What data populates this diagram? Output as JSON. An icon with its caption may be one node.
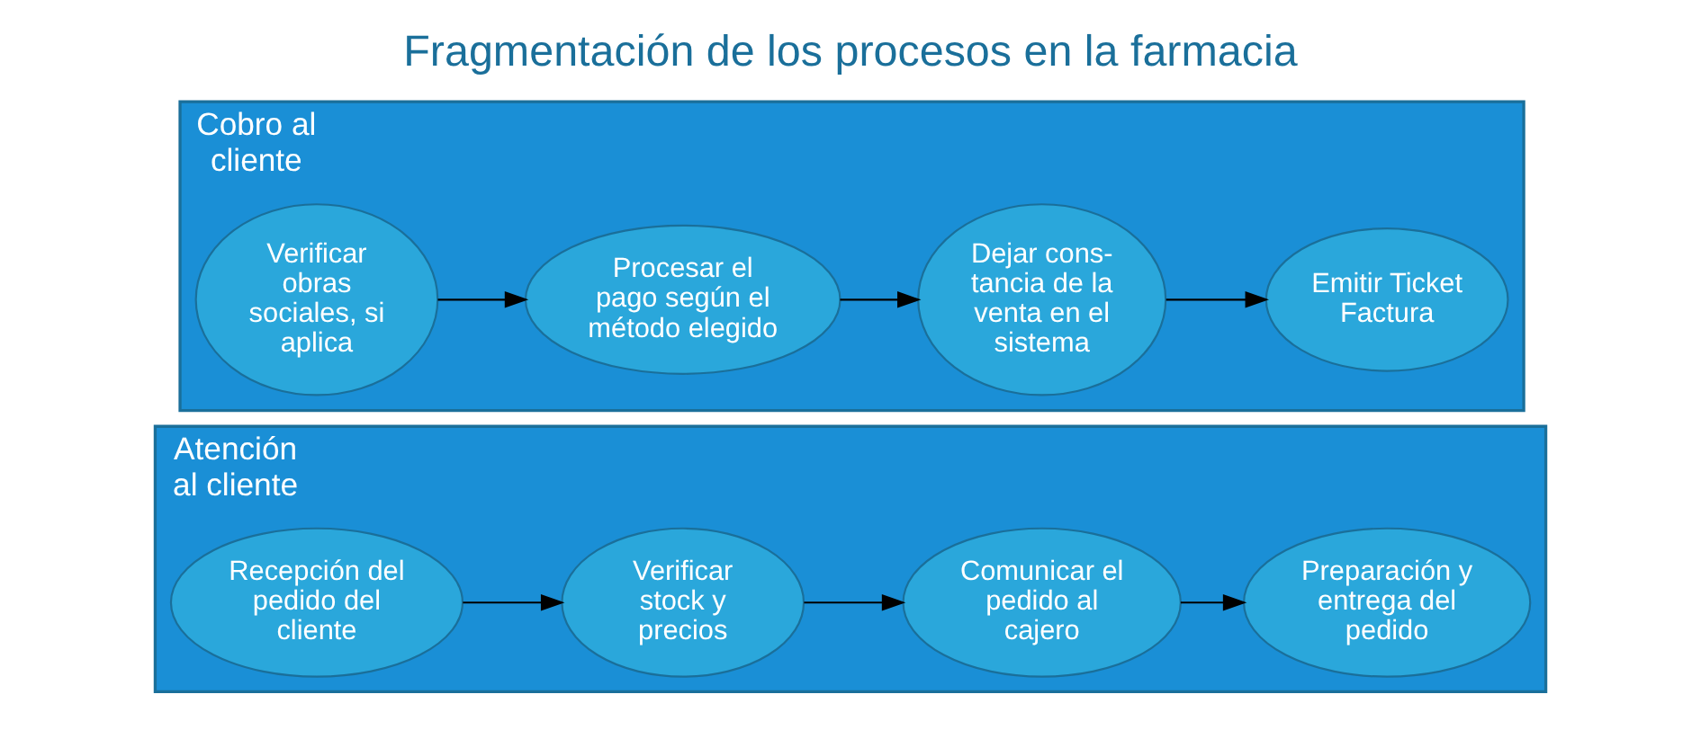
{
  "diagram": {
    "title": "Fragmentación de los procesos en la farmacia",
    "nodes": [
      {
        "text": [
          "Atención al cliente"
        ]
      },
      {
        "text": [
          "Recepción del pedido del cliente"
        ],
        "in": 0
      },
      {
        "text": [
          "Verificar stock y precios"
        ],
        "in": 0
      },
      {
        "text": [
          "Comunicar el pedido al cajero"
        ],
        "in": 0
      },
      {
        "text": [
          "Preparación y entrega del pedido"
        ],
        "in": 0
      },
      {
        "text": [
          "Cobro al cliente"
        ]
      },
      {
        "text": [
          "Verificar obras sociales, si aplica"
        ],
        "in": 5
      },
      {
        "text": [
          "Procesar el pago según el método elegido"
        ],
        "in": 5
      },
      {
        "text": [
          "Dejar cons- tancia de la venta en el sistema"
        ],
        "in": 5
      },
      {
        "text": [
          "Emitir Ticket Factura"
        ],
        "in": 5
      }
    ],
    "edges": [
      {
        "from": 1,
        "to": 2,
        "arrow": "to"
      },
      {
        "from": 2,
        "to": 3,
        "arrow": "to"
      },
      {
        "from": 3,
        "to": 4,
        "arrow": "to"
      },
      {
        "from": 6,
        "to": 7,
        "arrow": "to"
      },
      {
        "from": 7,
        "to": 8,
        "arrow": "to"
      },
      {
        "from": 8,
        "to": 9,
        "arrow": "to"
      }
    ]
  }
}
